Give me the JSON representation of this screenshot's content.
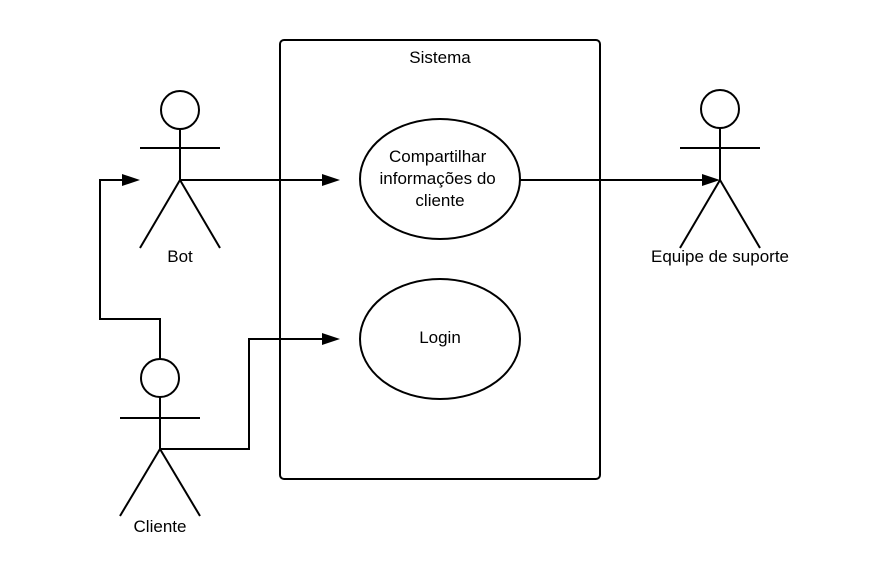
{
  "system": {
    "title": "Sistema"
  },
  "actors": {
    "bot": {
      "name": "Bot"
    },
    "cliente": {
      "name": "Cliente"
    },
    "suporte": {
      "name": "Equipe de suporte"
    }
  },
  "use_cases": {
    "share": {
      "lines": [
        "Compartilhar",
        "informações do",
        "cliente"
      ]
    },
    "login": {
      "lines": [
        "Login"
      ]
    }
  }
}
